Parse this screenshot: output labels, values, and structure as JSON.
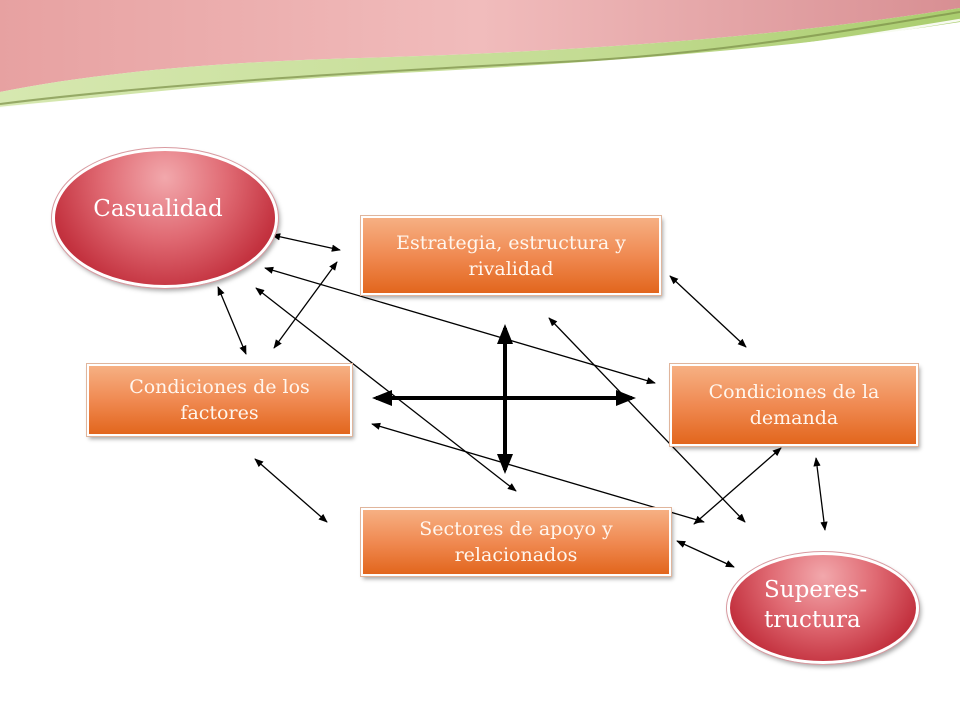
{
  "nodes": {
    "casualidad": "Casualidad",
    "estrategia": "Estrategia, estructura y rivalidad",
    "factores": "Condiciones de los factores",
    "demanda": "Condiciones de la demanda",
    "sectores": "Sectores de apoyo y relacionados",
    "superestructura_line1": "Superes-",
    "superestructura_line2": "tructura"
  },
  "colors": {
    "box_fill_top": "#f6b083",
    "box_fill_bottom": "#e2661d",
    "oval_fill_light": "#f2a8ac",
    "oval_fill_dark": "#a81c28",
    "arrow": "#000000",
    "banner_pink": "#e8a3a3",
    "banner_green": "#c7df9a"
  }
}
